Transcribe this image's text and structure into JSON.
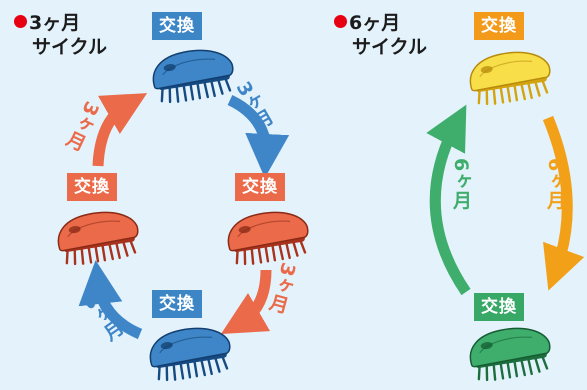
{
  "left_cycle": {
    "title_line1": "3ヶ月",
    "title_line2": "サイクル",
    "badges": [
      "交換",
      "交換",
      "交換",
      "交換"
    ],
    "arrow_labels": [
      "3ヶ月",
      "3ヶ月",
      "3ヶ月",
      "3ヶ月"
    ]
  },
  "right_cycle": {
    "title_line1": "6ヶ月",
    "title_line2": "サイクル",
    "badges": [
      "交換",
      "交換"
    ],
    "arrow_labels": [
      "6ヶ月",
      "6ヶ月"
    ]
  },
  "colors": {
    "background": "#e3f2fb",
    "bullet": "#e60012",
    "blue": "#3f86c8",
    "red": "#ea6a4a",
    "yellow": "#f8df4a",
    "orange": "#f3a019",
    "green": "#3fae6d",
    "badge_blue": "#3c86c6",
    "badge_red": "#ea6a4a",
    "badge_orange": "#f39a1a",
    "badge_green": "#37a866"
  },
  "icons": [
    "brush-icon"
  ]
}
